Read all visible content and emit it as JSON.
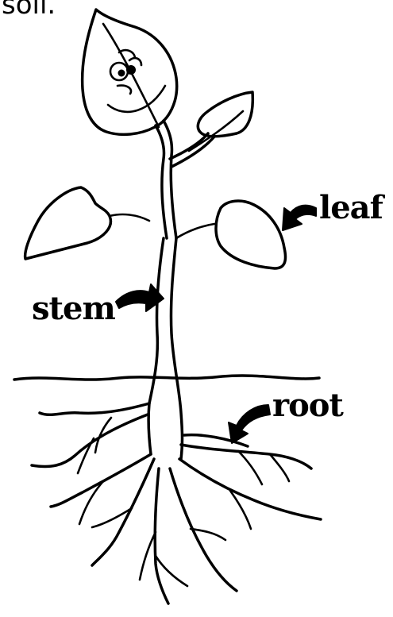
{
  "partial_text": "soil.",
  "labels": {
    "leaf": "leaf",
    "stem": "stem",
    "root": "root"
  },
  "ink_color": "#000000",
  "background_color": "#ffffff"
}
